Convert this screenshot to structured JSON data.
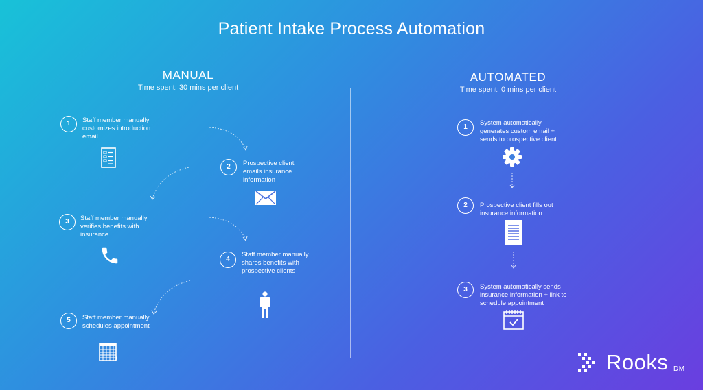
{
  "title": "Patient Intake Process Automation",
  "manual": {
    "heading": "MANUAL",
    "subtitle": "Time spent: 30 mins per client",
    "steps": [
      {
        "num": "1",
        "text": "Staff member manually customizes introduction email",
        "icon": "document-list-icon"
      },
      {
        "num": "2",
        "text": "Prospective client emails insurance information",
        "icon": "envelope-icon"
      },
      {
        "num": "3",
        "text": "Staff member manually verifies benefits with insurance",
        "icon": "phone-icon"
      },
      {
        "num": "4",
        "text": "Staff member manually shares benefits with prospective clients",
        "icon": "person-icon"
      },
      {
        "num": "5",
        "text": "Staff member manually schedules appointment",
        "icon": "calendar-grid-icon"
      }
    ]
  },
  "automated": {
    "heading": "AUTOMATED",
    "subtitle": "Time spent:  0 mins per client",
    "steps": [
      {
        "num": "1",
        "text": "System automatically generates custom email + sends to prospective client",
        "icon": "gear-icon"
      },
      {
        "num": "2",
        "text": "Prospective client fills out insurance information",
        "icon": "form-document-icon"
      },
      {
        "num": "3",
        "text": "System automatically sends insurance information + link to schedule appointment",
        "icon": "calendar-check-icon"
      }
    ]
  },
  "logo": {
    "name": "Rooks",
    "suffix": "DM"
  }
}
